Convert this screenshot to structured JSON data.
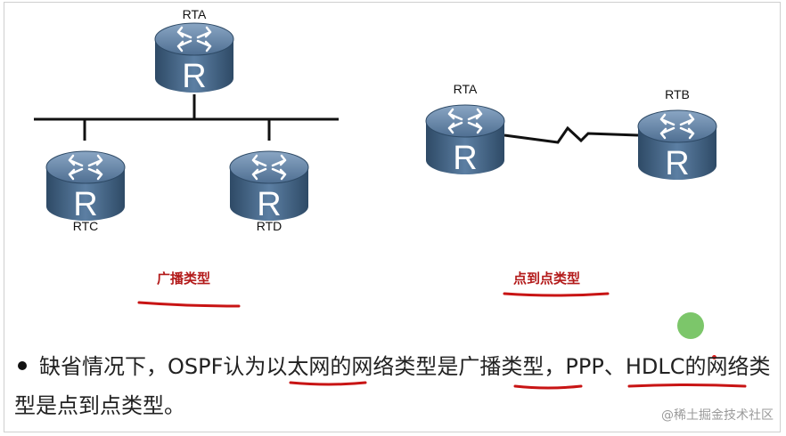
{
  "routers": {
    "broadcast": {
      "top": {
        "label": "RTA",
        "icon": "router-icon"
      },
      "left": {
        "label": "RTC",
        "icon": "router-icon"
      },
      "right": {
        "label": "RTD",
        "icon": "router-icon"
      }
    },
    "p2p": {
      "left": {
        "label": "RTA",
        "icon": "router-icon"
      },
      "right": {
        "label": "RTB",
        "icon": "router-icon"
      }
    },
    "icon_letter": "R"
  },
  "captions": {
    "broadcast": "广播类型",
    "p2p": "点到点类型"
  },
  "bullet": {
    "seg1": "缺省情况下，OSPF认为",
    "seg2": "以太网",
    "seg3": "的网络类型是",
    "seg4": "广播类型",
    "seg5": "，",
    "seg6": "PPP、HDLC",
    "seg7": "的网络类型是点到点类型。"
  },
  "watermark": "@稀土掘金技术社区",
  "colors": {
    "router_body": "#3f5f7f",
    "caption": "#b31a1a",
    "underline": "#c81414",
    "marker_green": "#7cc66a"
  }
}
